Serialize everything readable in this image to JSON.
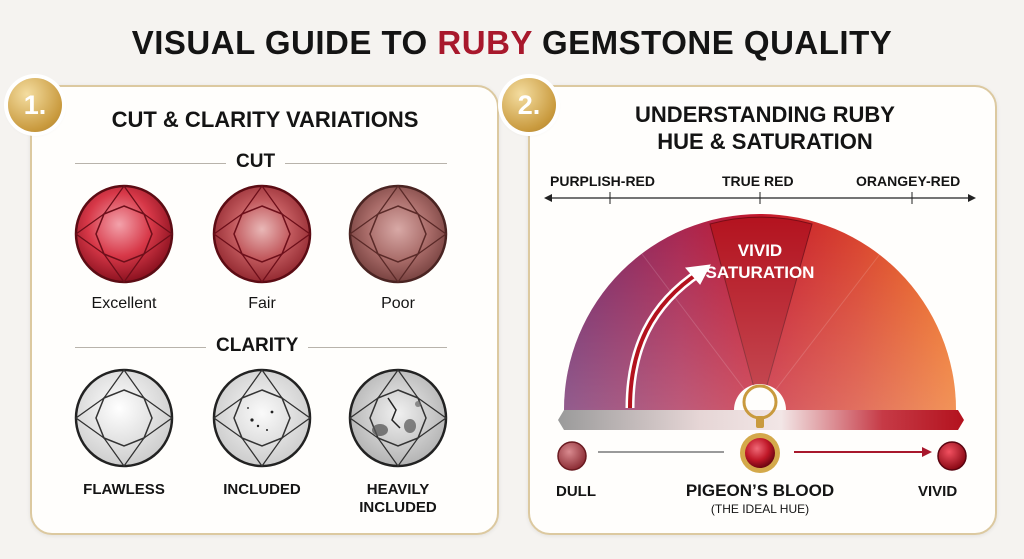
{
  "header": {
    "title_prefix": "VISUAL GUIDE TO ",
    "title_highlight": "RUBY",
    "title_suffix": " GEMSTONE QUALITY"
  },
  "left_panel": {
    "badge": "1.",
    "title": "CUT & CLARITY VARIATIONS",
    "cut_heading": "CUT",
    "cut_items": [
      "Excellent",
      "Fair",
      "Poor"
    ],
    "clarity_heading": "CLARITY",
    "clarity_items": [
      "FLAWLESS",
      "INCLUDED",
      "HEAVILY INCLUDED"
    ]
  },
  "right_panel": {
    "badge": "2.",
    "title_line1": "UNDERSTANDING RUBY",
    "title_line2": "HUE & SATURATION",
    "hue_scale": [
      "PURPLISH-RED",
      "TRUE RED",
      "ORANGEY-RED"
    ],
    "dial_label_line1": "VIVID",
    "dial_label_line2": "SATURATION",
    "left_end": "DULL",
    "right_end": "VIVID",
    "center_label": "PIGEON’S BLOOD",
    "center_sublabel": "(THE IDEAL HUE)"
  },
  "colors": {
    "ruby_red": "#a8182c",
    "gold": "#c99a3e",
    "purple": "#7a2a6a",
    "orange": "#e8661e"
  }
}
